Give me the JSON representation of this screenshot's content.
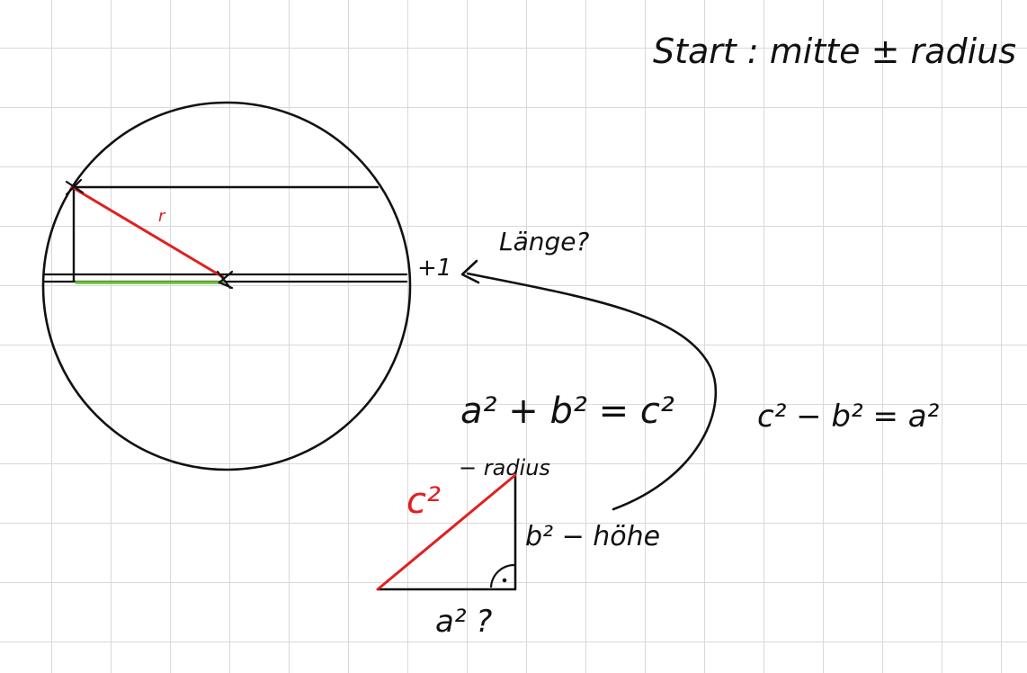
{
  "colors": {
    "ink": "#111111",
    "red": "#e02020",
    "green": "#6abf3a",
    "grid": "#d9d9d9",
    "paper": "#ffffff"
  },
  "notes": {
    "start": "Start : mitte ± radius",
    "radius_label": "r",
    "plus_one": "+1",
    "laenge": "Länge?",
    "pythagoras": "a² + b² = c²",
    "rearranged": "c² − b² = a²",
    "c2": "c²",
    "c2_radius": "− radius",
    "b2_hoehe": "b² − höhe",
    "a2_unknown": "a² ?"
  }
}
